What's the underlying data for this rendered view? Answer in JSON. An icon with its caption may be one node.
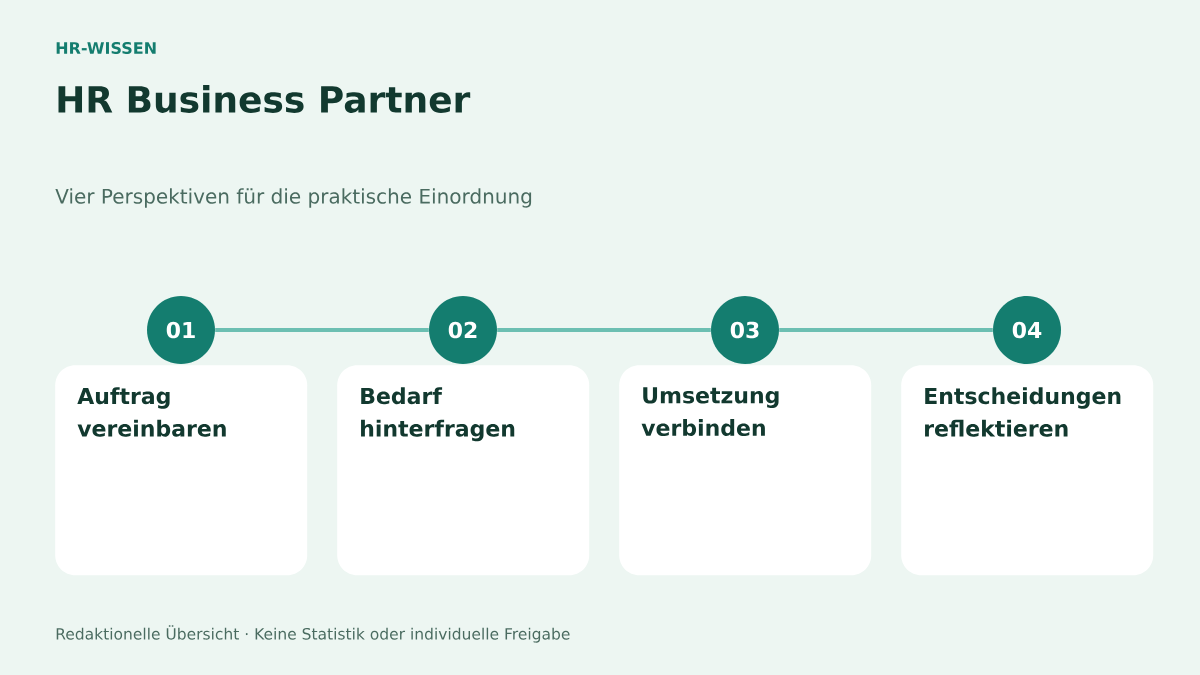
{
  "diagram": {
    "title": "HR Business Partner",
    "caption": "Redaktionelle Übersicht · Keine Statistik oder individuelle Freigabe",
    "nodes": [
      {
        "text": [
          "01"
        ]
      },
      {
        "text": [
          "02"
        ]
      },
      {
        "text": [
          "03"
        ]
      },
      {
        "text": [
          "04"
        ]
      },
      {
        "text": [
          "Auftrag vereinbaren"
        ]
      },
      {
        "text": [
          "Bedarf hinterfragen"
        ]
      },
      {
        "text": [
          "Umsetzung verbinden"
        ]
      },
      {
        "text": [
          "Entscheidungen reflektieren"
        ]
      }
    ],
    "edges": [
      {
        "from": 0,
        "to": 1,
        "arrow": "none"
      },
      {
        "from": 1,
        "to": 2,
        "arrow": "none"
      },
      {
        "from": 2,
        "to": 3,
        "arrow": "none"
      }
    ],
    "labels": [
      "HR-WISSEN",
      "Vier Perspektiven für die praktische Einordnung"
    ]
  }
}
